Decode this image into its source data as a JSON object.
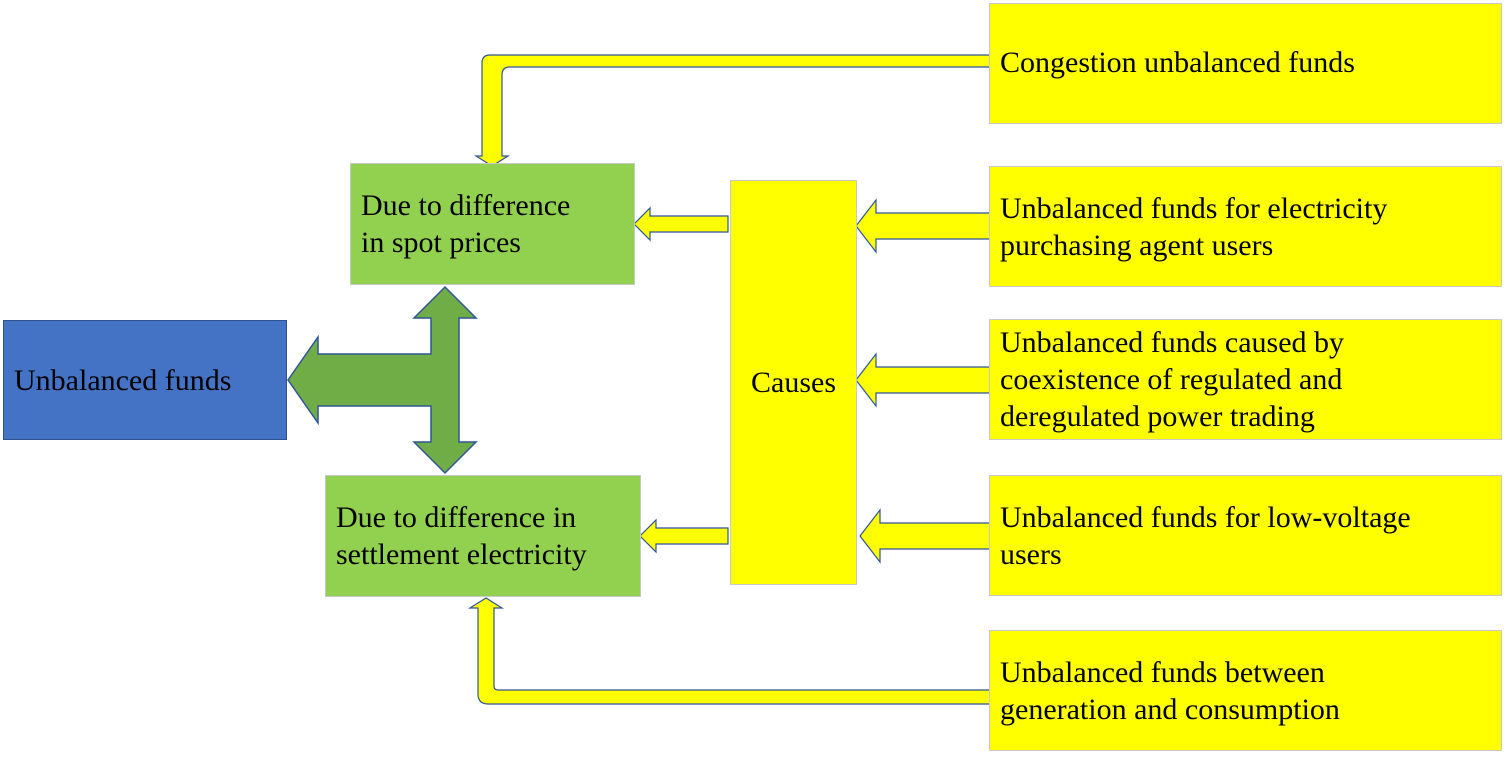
{
  "colors": {
    "yellow_fill": "#ffff00",
    "green_fill": "#92d050",
    "blue_fill": "#4472c4",
    "arrow_outline": "#2f5597"
  },
  "nodes": {
    "unbalanced_funds": "Unbalanced funds",
    "spot_prices": "Due to difference\nin spot prices",
    "settlement_electricity": "Due to difference in\nsettlement electricity",
    "causes": "Causes",
    "congestion": "Congestion unbalanced funds",
    "purchasing_agent": "Unbalanced funds for electricity\npurchasing agent users",
    "regulated_deregulated": "Unbalanced funds caused by\ncoexistence of regulated and\nderegulated power trading",
    "low_voltage": "Unbalanced funds for low-voltage\nusers",
    "generation_consumption": "Unbalanced funds between\ngeneration and consumption"
  }
}
